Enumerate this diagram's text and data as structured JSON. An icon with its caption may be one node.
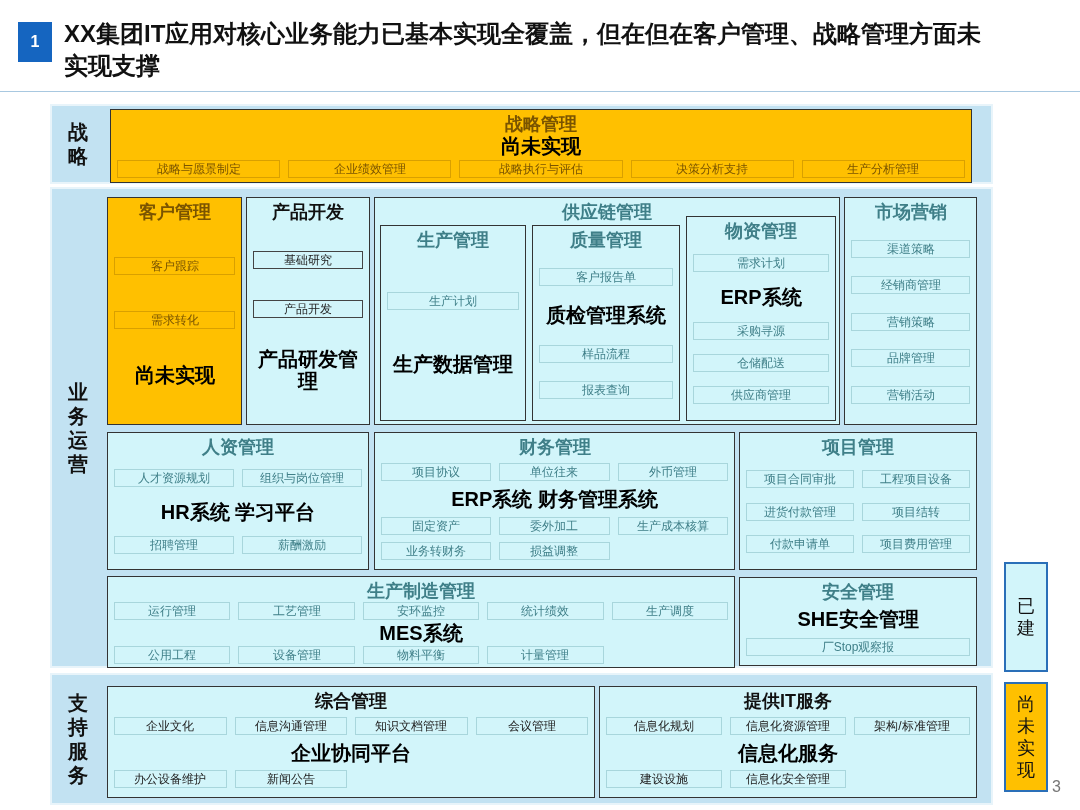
{
  "diagram": {
    "title": "XX集团IT应用对核心业务能力已基本实现全覆盖，但在但在客户管理、战略管理方面未实现支撑",
    "nodes": [
      {
        "text": [
          "战略"
        ]
      },
      {
        "text": [
          "战略管理",
          "尚未实现"
        ],
        "in": 0
      },
      {
        "text": [
          "战略与愿景制定"
        ],
        "in": 1
      },
      {
        "text": [
          "企业绩效管理"
        ],
        "in": 1
      },
      {
        "text": [
          "战略执行与评估"
        ],
        "in": 1
      },
      {
        "text": [
          "决策分析支持"
        ],
        "in": 1
      },
      {
        "text": [
          "生产分析管理"
        ],
        "in": 1
      },
      {
        "text": [
          "业务运营"
        ]
      },
      {
        "text": [
          "客户管理",
          "尚未实现"
        ],
        "in": 7
      },
      {
        "text": [
          "客户跟踪"
        ],
        "in": 8
      },
      {
        "text": [
          "需求转化"
        ],
        "in": 8
      },
      {
        "text": [
          "产品开发",
          "产品研发管理"
        ],
        "in": 7
      },
      {
        "text": [
          "基础研究"
        ],
        "in": 11
      },
      {
        "text": [
          "产品开发"
        ],
        "in": 11
      },
      {
        "text": [
          "供应链管理"
        ],
        "in": 7
      },
      {
        "text": [
          "生产管理",
          "生产数据管理"
        ],
        "in": 14
      },
      {
        "text": [
          "生产计划"
        ],
        "in": 15
      },
      {
        "text": [
          "质量管理",
          "质检管理系统"
        ],
        "in": 14
      },
      {
        "text": [
          "客户报告单"
        ],
        "in": 17
      },
      {
        "text": [
          "样品流程"
        ],
        "in": 17
      },
      {
        "text": [
          "报表查询"
        ],
        "in": 17
      },
      {
        "text": [
          "物资管理",
          "ERP系统"
        ],
        "in": 14
      },
      {
        "text": [
          "需求计划"
        ],
        "in": 21
      },
      {
        "text": [
          "采购寻源"
        ],
        "in": 21
      },
      {
        "text": [
          "仓储配送"
        ],
        "in": 21
      },
      {
        "text": [
          "供应商管理"
        ],
        "in": 21
      },
      {
        "text": [
          "市场营销"
        ],
        "in": 7
      },
      {
        "text": [
          "渠道策略"
        ],
        "in": 26
      },
      {
        "text": [
          "经销商管理"
        ],
        "in": 26
      },
      {
        "text": [
          "营销策略"
        ],
        "in": 26
      },
      {
        "text": [
          "品牌管理"
        ],
        "in": 26
      },
      {
        "text": [
          "营销活动"
        ],
        "in": 26
      },
      {
        "text": [
          "人资管理",
          "HR系统 学习平台"
        ],
        "in": 7
      },
      {
        "text": [
          "人才资源规划"
        ],
        "in": 32
      },
      {
        "text": [
          "组织与岗位管理"
        ],
        "in": 32
      },
      {
        "text": [
          "招聘管理"
        ],
        "in": 32
      },
      {
        "text": [
          "薪酬激励"
        ],
        "in": 32
      },
      {
        "text": [
          "财务管理",
          "ERP系统 财务管理系统"
        ],
        "in": 7
      },
      {
        "text": [
          "项目协议"
        ],
        "in": 37
      },
      {
        "text": [
          "单位往来"
        ],
        "in": 37
      },
      {
        "text": [
          "外币管理"
        ],
        "in": 37
      },
      {
        "text": [
          "固定资产"
        ],
        "in": 37
      },
      {
        "text": [
          "委外加工"
        ],
        "in": 37
      },
      {
        "text": [
          "生产成本核算"
        ],
        "in": 37
      },
      {
        "text": [
          "业务转财务"
        ],
        "in": 37
      },
      {
        "text": [
          "损益调整"
        ],
        "in": 37
      },
      {
        "text": [
          "项目管理"
        ],
        "in": 7
      },
      {
        "text": [
          "项目合同审批"
        ],
        "in": 46
      },
      {
        "text": [
          "工程项目设备"
        ],
        "in": 46
      },
      {
        "text": [
          "进货付款管理"
        ],
        "in": 46
      },
      {
        "text": [
          "项目结转"
        ],
        "in": 46
      },
      {
        "text": [
          "付款申请单"
        ],
        "in": 46
      },
      {
        "text": [
          "项目费用管理"
        ],
        "in": 46
      },
      {
        "text": [
          "生产制造管理",
          "MES系统"
        ],
        "in": 7
      },
      {
        "text": [
          "运行管理"
        ],
        "in": 53
      },
      {
        "text": [
          "工艺管理"
        ],
        "in": 53
      },
      {
        "text": [
          "安环监控"
        ],
        "in": 53
      },
      {
        "text": [
          "统计绩效"
        ],
        "in": 53
      },
      {
        "text": [
          "生产调度"
        ],
        "in": 53
      },
      {
        "text": [
          "公用工程"
        ],
        "in": 53
      },
      {
        "text": [
          "设备管理"
        ],
        "in": 53
      },
      {
        "text": [
          "物料平衡"
        ],
        "in": 53
      },
      {
        "text": [
          "计量管理"
        ],
        "in": 53
      },
      {
        "text": [
          "安全管理",
          "SHE安全管理"
        ],
        "in": 7
      },
      {
        "text": [
          "厂Stop观察报"
        ],
        "in": 63
      },
      {
        "text": [
          "支持服务"
        ]
      },
      {
        "text": [
          "综合管理",
          "企业协同平台"
        ],
        "in": 65
      },
      {
        "text": [
          "企业文化"
        ],
        "in": 66
      },
      {
        "text": [
          "信息沟通管理"
        ],
        "in": 66
      },
      {
        "text": [
          "知识文档管理"
        ],
        "in": 66
      },
      {
        "text": [
          "会议管理"
        ],
        "in": 66
      },
      {
        "text": [
          "办公设备维护"
        ],
        "in": 66
      },
      {
        "text": [
          "新闻公告"
        ],
        "in": 66
      },
      {
        "text": [
          "提供IT服务",
          "信息化服务"
        ],
        "in": 65
      },
      {
        "text": [
          "信息化规划"
        ],
        "in": 73
      },
      {
        "text": [
          "信息化资源管理"
        ],
        "in": 73
      },
      {
        "text": [
          "架构/标准管理"
        ],
        "in": 73
      },
      {
        "text": [
          "建设设施"
        ],
        "in": 73
      },
      {
        "text": [
          "信息化安全管理"
        ],
        "in": 73
      }
    ],
    "labels": [
      "1",
      "3"
    ],
    "legend": [
      {
        "text": "已建",
        "color": "#d2f5fa"
      },
      {
        "text": "尚未实现",
        "color": "#ffc000"
      }
    ]
  }
}
